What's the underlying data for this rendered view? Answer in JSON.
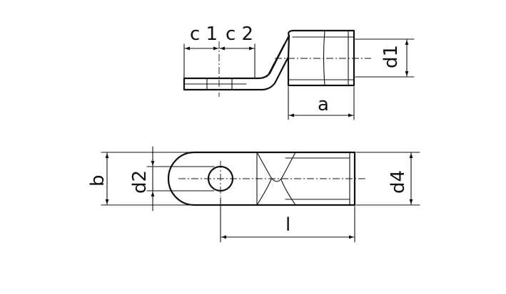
{
  "labels": {
    "c1": "c 1",
    "c2": "c 2",
    "d1": "d1",
    "a": "a",
    "b": "b",
    "d2": "d2",
    "d4": "d4",
    "l": "l"
  }
}
